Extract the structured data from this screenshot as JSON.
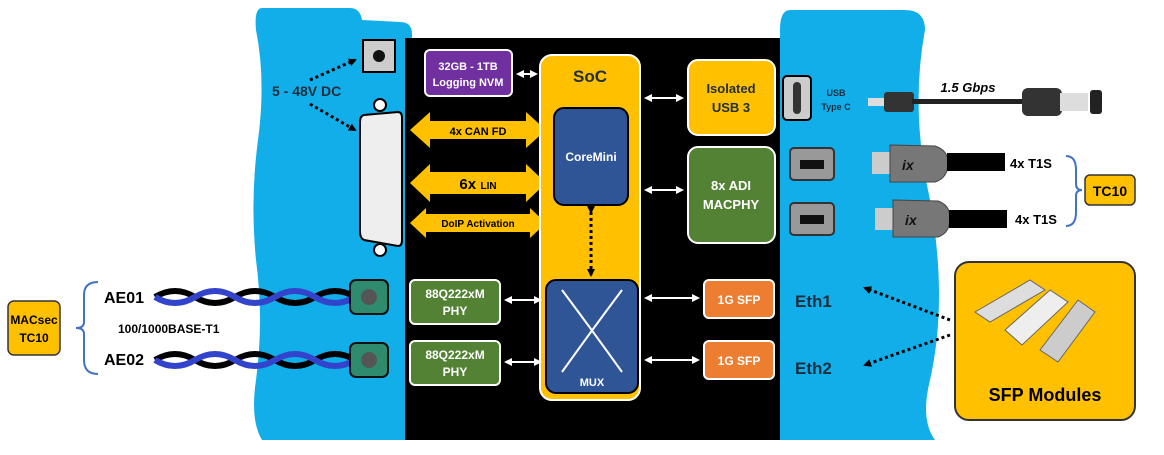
{
  "colors": {
    "panel_blue": "#12AEEA",
    "core_black": "#000000",
    "soc_orange": "#FFC000",
    "blue_box": "#2F5597",
    "green_box": "#548235",
    "purple_box": "#7030A0",
    "sfp_orange": "#ED7D31"
  },
  "power": {
    "label": "5 - 48V DC"
  },
  "nvm": {
    "line1": "32GB - 1TB",
    "line2": "Logging NVM"
  },
  "buses": {
    "can": "4x CAN FD",
    "lin_count": "6x",
    "lin": "LIN",
    "doip": "DoIP Activation"
  },
  "soc": {
    "title": "SoC",
    "coremini": "CoreMini",
    "mux": "MUX"
  },
  "usb": {
    "box_line1": "Isolated",
    "box_line2": "USB 3",
    "port_line1": "USB",
    "port_line2": "Type C",
    "speed": "1.5 Gbps"
  },
  "macphy": {
    "line1": "8x ADI",
    "line2": "MACPHY"
  },
  "t1s": {
    "label1": "4x T1S",
    "label2": "4x T1S",
    "tc10": "TC10"
  },
  "automotive_eth": {
    "ae01": "AE01",
    "ae02": "AE02",
    "standard": "100/1000BASE-T1",
    "macsec_line1": "MACsec",
    "macsec_line2": "TC10",
    "phy1_line1": "88Q222xM",
    "phy1_line2": "PHY",
    "phy2_line1": "88Q222xM",
    "phy2_line2": "PHY"
  },
  "sfp": {
    "sfp1": "1G SFP",
    "sfp2": "1G SFP",
    "eth1": "Eth1",
    "eth2": "Eth2",
    "modules": "SFP Modules"
  },
  "plug_logo": "ix"
}
